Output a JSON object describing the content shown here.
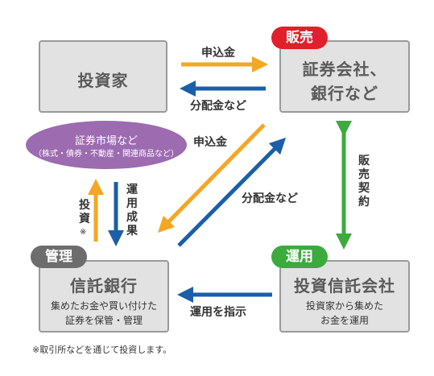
{
  "boxes": {
    "investor": {
      "title": "投資家"
    },
    "securities": {
      "title_line1": "証券会社、",
      "title_line2": "銀行など",
      "badge": "販売"
    },
    "trust_bank": {
      "title": "信託銀行",
      "sub_line1": "集めたお金や買い付けた",
      "sub_line2": "証券を保管・管理",
      "badge": "管理"
    },
    "asset_mgmt": {
      "title": "投資信託会社",
      "sub_line1": "投資家から集めた",
      "sub_line2": "お金を運用",
      "badge": "運用"
    }
  },
  "market": {
    "line1": "証券市場など",
    "line2": "（株式・債券・不動産・関連商品など）"
  },
  "labels": {
    "subscription_top": "申込金",
    "distribution_top": "分配金など",
    "subscription_diag": "申込金",
    "distribution_diag": "分配金など",
    "sales_contract": "販売契約",
    "investment_instruction": "運用を指示",
    "investment_result": "運用成果",
    "investment": "投資",
    "investment_mark": "※"
  },
  "footnote": "※取引所などを通じて投資します。",
  "colors": {
    "orange": "#f5a623",
    "blue": "#1a5fa8",
    "green": "#3daa3d",
    "red": "#e0202a",
    "purple": "#9c6bb0",
    "badge_gray": "#6d6d6d",
    "badge_green": "#3daa3d"
  }
}
